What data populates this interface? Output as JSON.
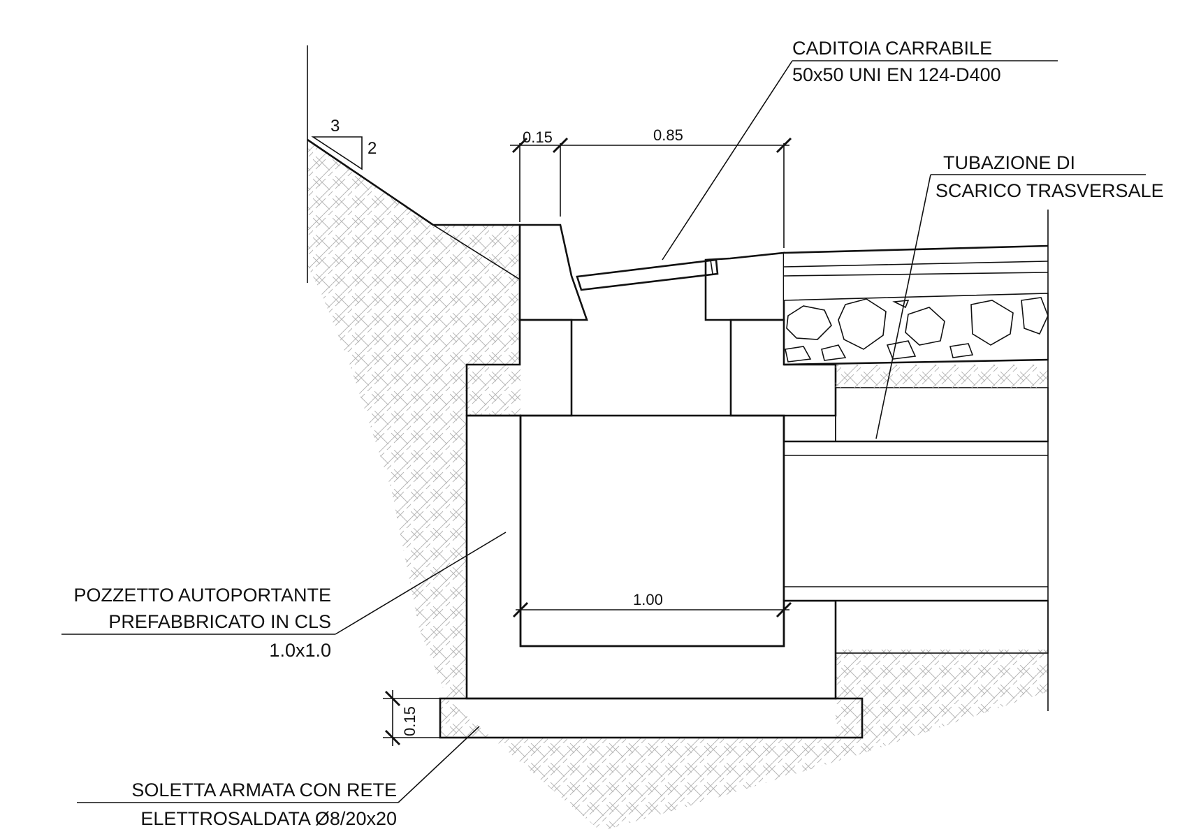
{
  "drawing": {
    "slope_ratio": {
      "horizontal": "3",
      "vertical": "2"
    },
    "dimensions": {
      "wall_thickness": "0.15",
      "grate_opening": "0.85",
      "inner_width": "1.00",
      "slab_thickness": "0.15"
    },
    "labels": {
      "grate_line1": "CADITOIA CARRABILE",
      "grate_line2": "50x50 UNI EN 124-D400",
      "pipe_line1": "TUBAZIONE DI",
      "pipe_line2": "SCARICO TRASVERSALE",
      "manhole_line1": "POZZETTO AUTOPORTANTE",
      "manhole_line2": "PREFABBRICATO IN CLS",
      "manhole_line3": "1.0x1.0",
      "slab_line1": "SOLETTA ARMATA CON RETE",
      "slab_line2": "ELETTROSALDATA Ø8/20x20"
    }
  }
}
